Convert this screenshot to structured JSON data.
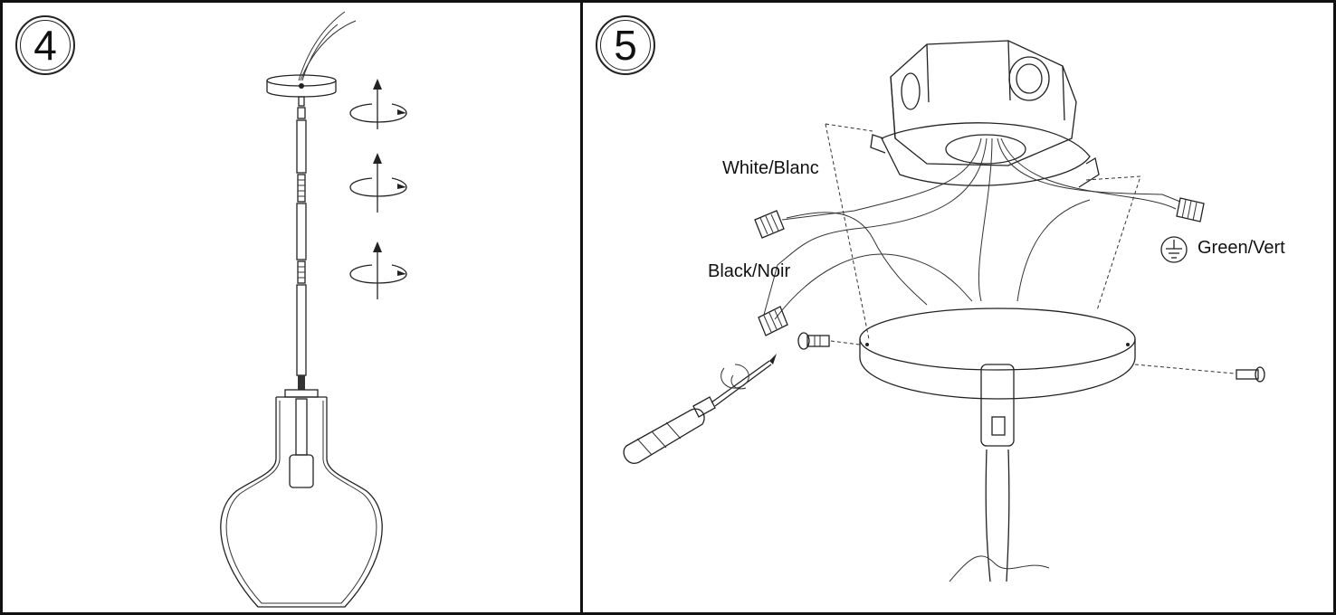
{
  "steps": [
    {
      "number": "4"
    },
    {
      "number": "5"
    }
  ],
  "labels": {
    "white": "White/Blanc",
    "black": "Black/Noir",
    "green": "Green/Vert"
  }
}
